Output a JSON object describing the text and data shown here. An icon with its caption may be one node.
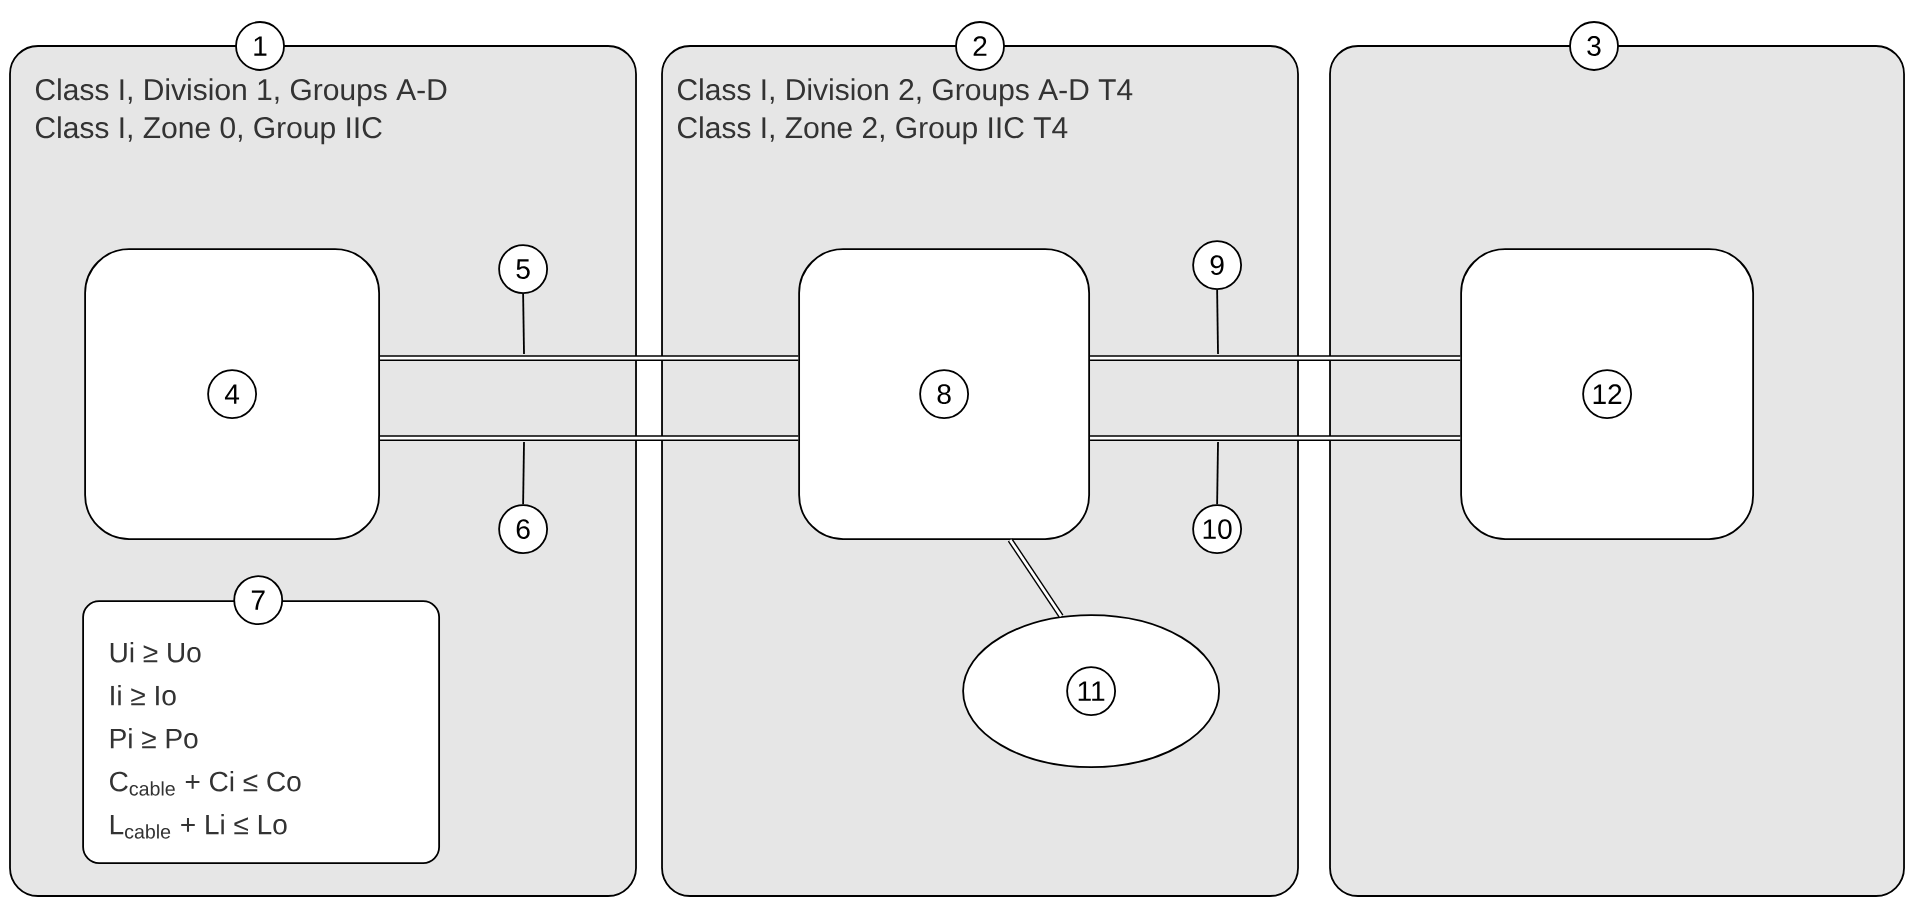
{
  "diagram": {
    "nodes": [
      {
        "text": [
          "1"
        ]
      },
      {
        "text": [
          "Class I, Division 1, Groups A-D",
          "Class I, Zone 0, Group IIC"
        ]
      },
      {
        "text": [
          "2"
        ]
      },
      {
        "text": [
          "Class I, Division 2, Groups A-D T4",
          "Class I, Zone 2, Group IIC T4"
        ]
      },
      {
        "text": [
          "3"
        ]
      },
      {
        "text": [],
        "shape": "box"
      },
      {
        "text": [
          "4"
        ],
        "in": 1
      },
      {
        "text": [
          "5"
        ],
        "in": 1
      },
      {
        "text": [
          "6"
        ],
        "in": 1
      },
      {
        "text": [
          "7",
          "Ui ≥ Uo",
          "Ii ≥ Io",
          "Pi ≥ Po",
          "C$_{cable}$ + Ci ≤ Co",
          "L$_{cable}$ + Li ≤ Lo"
        ],
        "in": 1
      },
      {
        "text": [
          "8"
        ],
        "in": 3
      },
      {
        "text": [
          "9"
        ],
        "in": 3
      },
      {
        "text": [
          "10"
        ],
        "in": 3
      },
      {
        "text": [
          "11"
        ],
        "in": 3
      },
      {
        "text": [
          "12"
        ],
        "in": 5
      }
    ],
    "edges": [
      {
        "from": 6,
        "to": 10,
        "arrow": "none"
      },
      {
        "from": 6,
        "to": 10,
        "arrow": "none"
      },
      {
        "from": 10,
        "to": 14,
        "arrow": "none"
      },
      {
        "from": 10,
        "to": 14,
        "arrow": "none"
      },
      {
        "from": 10,
        "to": 13,
        "arrow": "none"
      },
      {
        "from": 7,
        "to": null,
        "arrow": "none"
      },
      {
        "from": 8,
        "to": null,
        "arrow": "none"
      },
      {
        "from": 11,
        "to": null,
        "arrow": "none"
      },
      {
        "from": 12,
        "to": null,
        "arrow": "none"
      }
    ]
  }
}
